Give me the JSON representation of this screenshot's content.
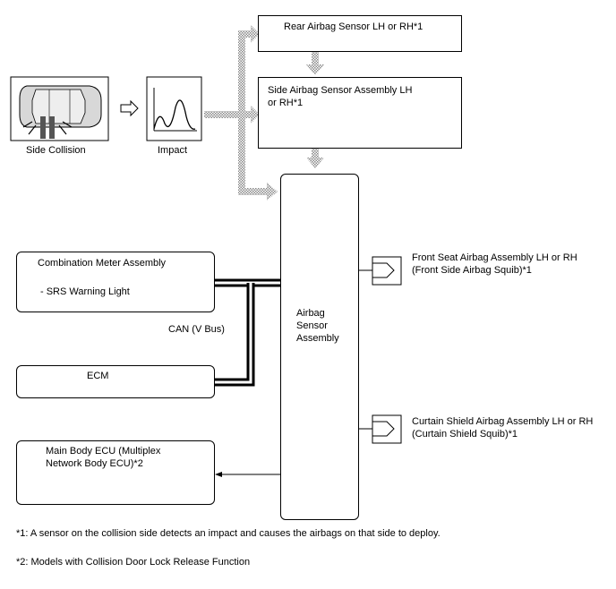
{
  "inputs": {
    "side_collision": "Side Collision",
    "impact": "Impact"
  },
  "sensors": {
    "rear": "Rear Airbag Sensor LH or RH*1",
    "side_line1": "Side Airbag Sensor Assembly LH",
    "side_line2": "or RH*1"
  },
  "central": {
    "line1": "Airbag",
    "line2": "Sensor",
    "line3": "Assembly"
  },
  "left_units": {
    "combination_meter": "Combination Meter Assembly",
    "srs_warning": "- SRS Warning Light",
    "can_bus": "CAN (V Bus)",
    "ecm": "ECM",
    "main_body_line1": "Main Body ECU (Multiplex",
    "main_body_line2": "Network Body ECU)*2"
  },
  "outputs": {
    "front_seat_line1": "Front Seat Airbag Assembly LH or RH",
    "front_seat_line2": "(Front Side Airbag Squib)*1",
    "curtain_line1": "Curtain Shield Airbag Assembly LH or RH",
    "curtain_line2": "(Curtain Shield Squib)*1"
  },
  "footnotes": {
    "note1": "*1: A sensor on the collision side detects an impact and causes the airbags on that side to deploy.",
    "note2": "*2: Models with Collision Door Lock Release Function"
  }
}
